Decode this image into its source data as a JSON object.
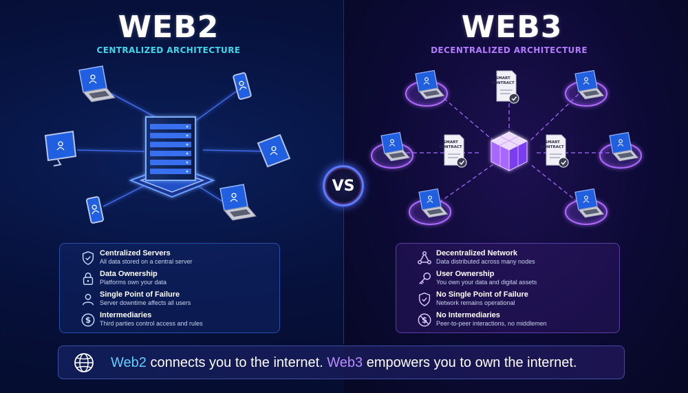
{
  "web2": {
    "title": "WEB2",
    "subtitle": "CENTRALIZED ARCHITECTURE",
    "features": [
      {
        "icon": "shield-check-icon",
        "heading": "Centralized Servers",
        "desc": "All data stored on a central server"
      },
      {
        "icon": "padlock-icon",
        "heading": "Data Ownership",
        "desc": "Platforms own your data"
      },
      {
        "icon": "user-icon",
        "heading": "Single Point of Failure",
        "desc": "Server downtime affects all users"
      },
      {
        "icon": "dollar-icon",
        "heading": "Intermediaries",
        "desc": "Third parties control access and rules"
      }
    ]
  },
  "web3": {
    "title": "WEB3",
    "subtitle": "DECENTRALIZED ARCHITECTURE",
    "contract_label_1": "SMART",
    "contract_label_2": "CONTRACT",
    "features": [
      {
        "icon": "network-nodes-icon",
        "heading": "Decentralized Network",
        "desc": "Data distributed across many nodes"
      },
      {
        "icon": "key-icon",
        "heading": "User Ownership",
        "desc": "You own your data and digital assets"
      },
      {
        "icon": "shield-check-icon",
        "heading": "No Single Point of Failure",
        "desc": "Network remains operational"
      },
      {
        "icon": "no-dollar-icon",
        "heading": "No Intermediaries",
        "desc": "Peer-to-peer interactions, no middlemen"
      }
    ]
  },
  "vs_label": "VS",
  "footer": {
    "icon": "globe-icon",
    "web2_word": "Web2",
    "part1": " connects you to the internet. ",
    "web3_word": "Web3",
    "part2": " empowers you to own the internet."
  },
  "colors": {
    "web2_accent": "#3fd8e8",
    "web3_accent": "#b47bff",
    "device_screen": "#1f5fe0"
  }
}
